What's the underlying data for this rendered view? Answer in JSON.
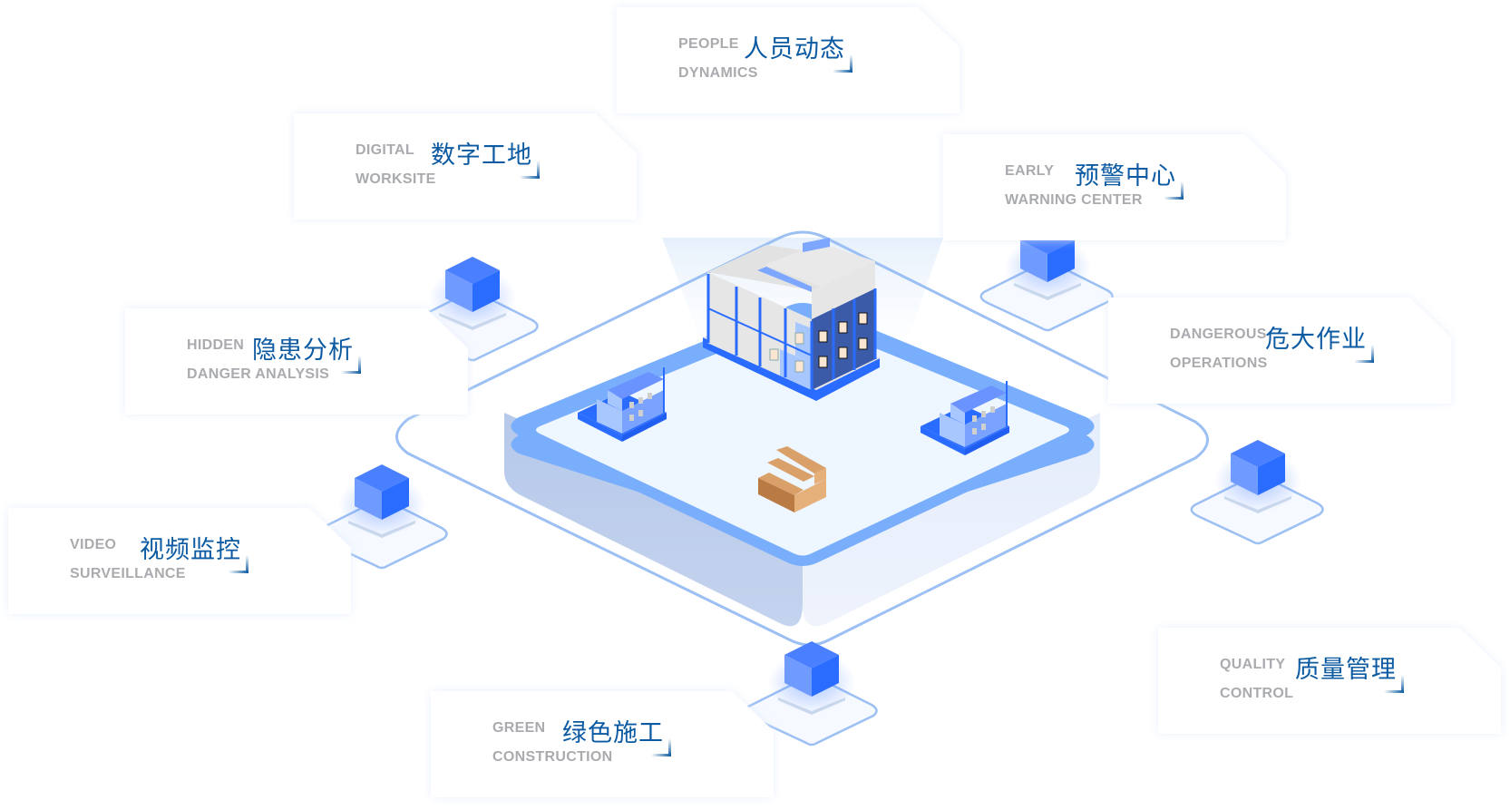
{
  "diagram": {
    "title": "Smart Construction Site Platform",
    "center": {
      "main_building": "building-under-construction",
      "side_buildings": [
        "small-building-left",
        "small-building-right"
      ],
      "materials": "brick-stack"
    },
    "colors": {
      "accent_blue": "#2a6cff",
      "cube_light": "#6f9bff",
      "ring_blue": "#9cc0f3",
      "platform_rim": "#79aefc",
      "platform_top": "#eef6ff",
      "title_blue": "#0b5aa2",
      "label_gray": "#a9abae"
    },
    "modules": [
      {
        "id": "people",
        "en1": "PEOPLE",
        "en2": "DYNAMICS",
        "cn": "人员动态"
      },
      {
        "id": "digital",
        "en1": "DIGITAL",
        "en2": "WORKSITE",
        "cn": "数字工地"
      },
      {
        "id": "early",
        "en1": "EARLY",
        "en2": "WARNING CENTER",
        "cn": "预警中心"
      },
      {
        "id": "hidden",
        "en1": "HIDDEN",
        "en2": "DANGER ANALYSIS",
        "cn": "隐患分析"
      },
      {
        "id": "dangerous",
        "en1": "DANGEROUS",
        "en2": "OPERATIONS",
        "cn": "危大作业"
      },
      {
        "id": "video",
        "en1": "VIDEO",
        "en2": "SURVEILLANCE",
        "cn": "视频监控"
      },
      {
        "id": "quality",
        "en1": "QUALITY",
        "en2": "CONTROL",
        "cn": "质量管理"
      },
      {
        "id": "green",
        "en1": "GREEN",
        "en2": "CONSTRUCTION",
        "cn": "绿色施工"
      }
    ]
  }
}
